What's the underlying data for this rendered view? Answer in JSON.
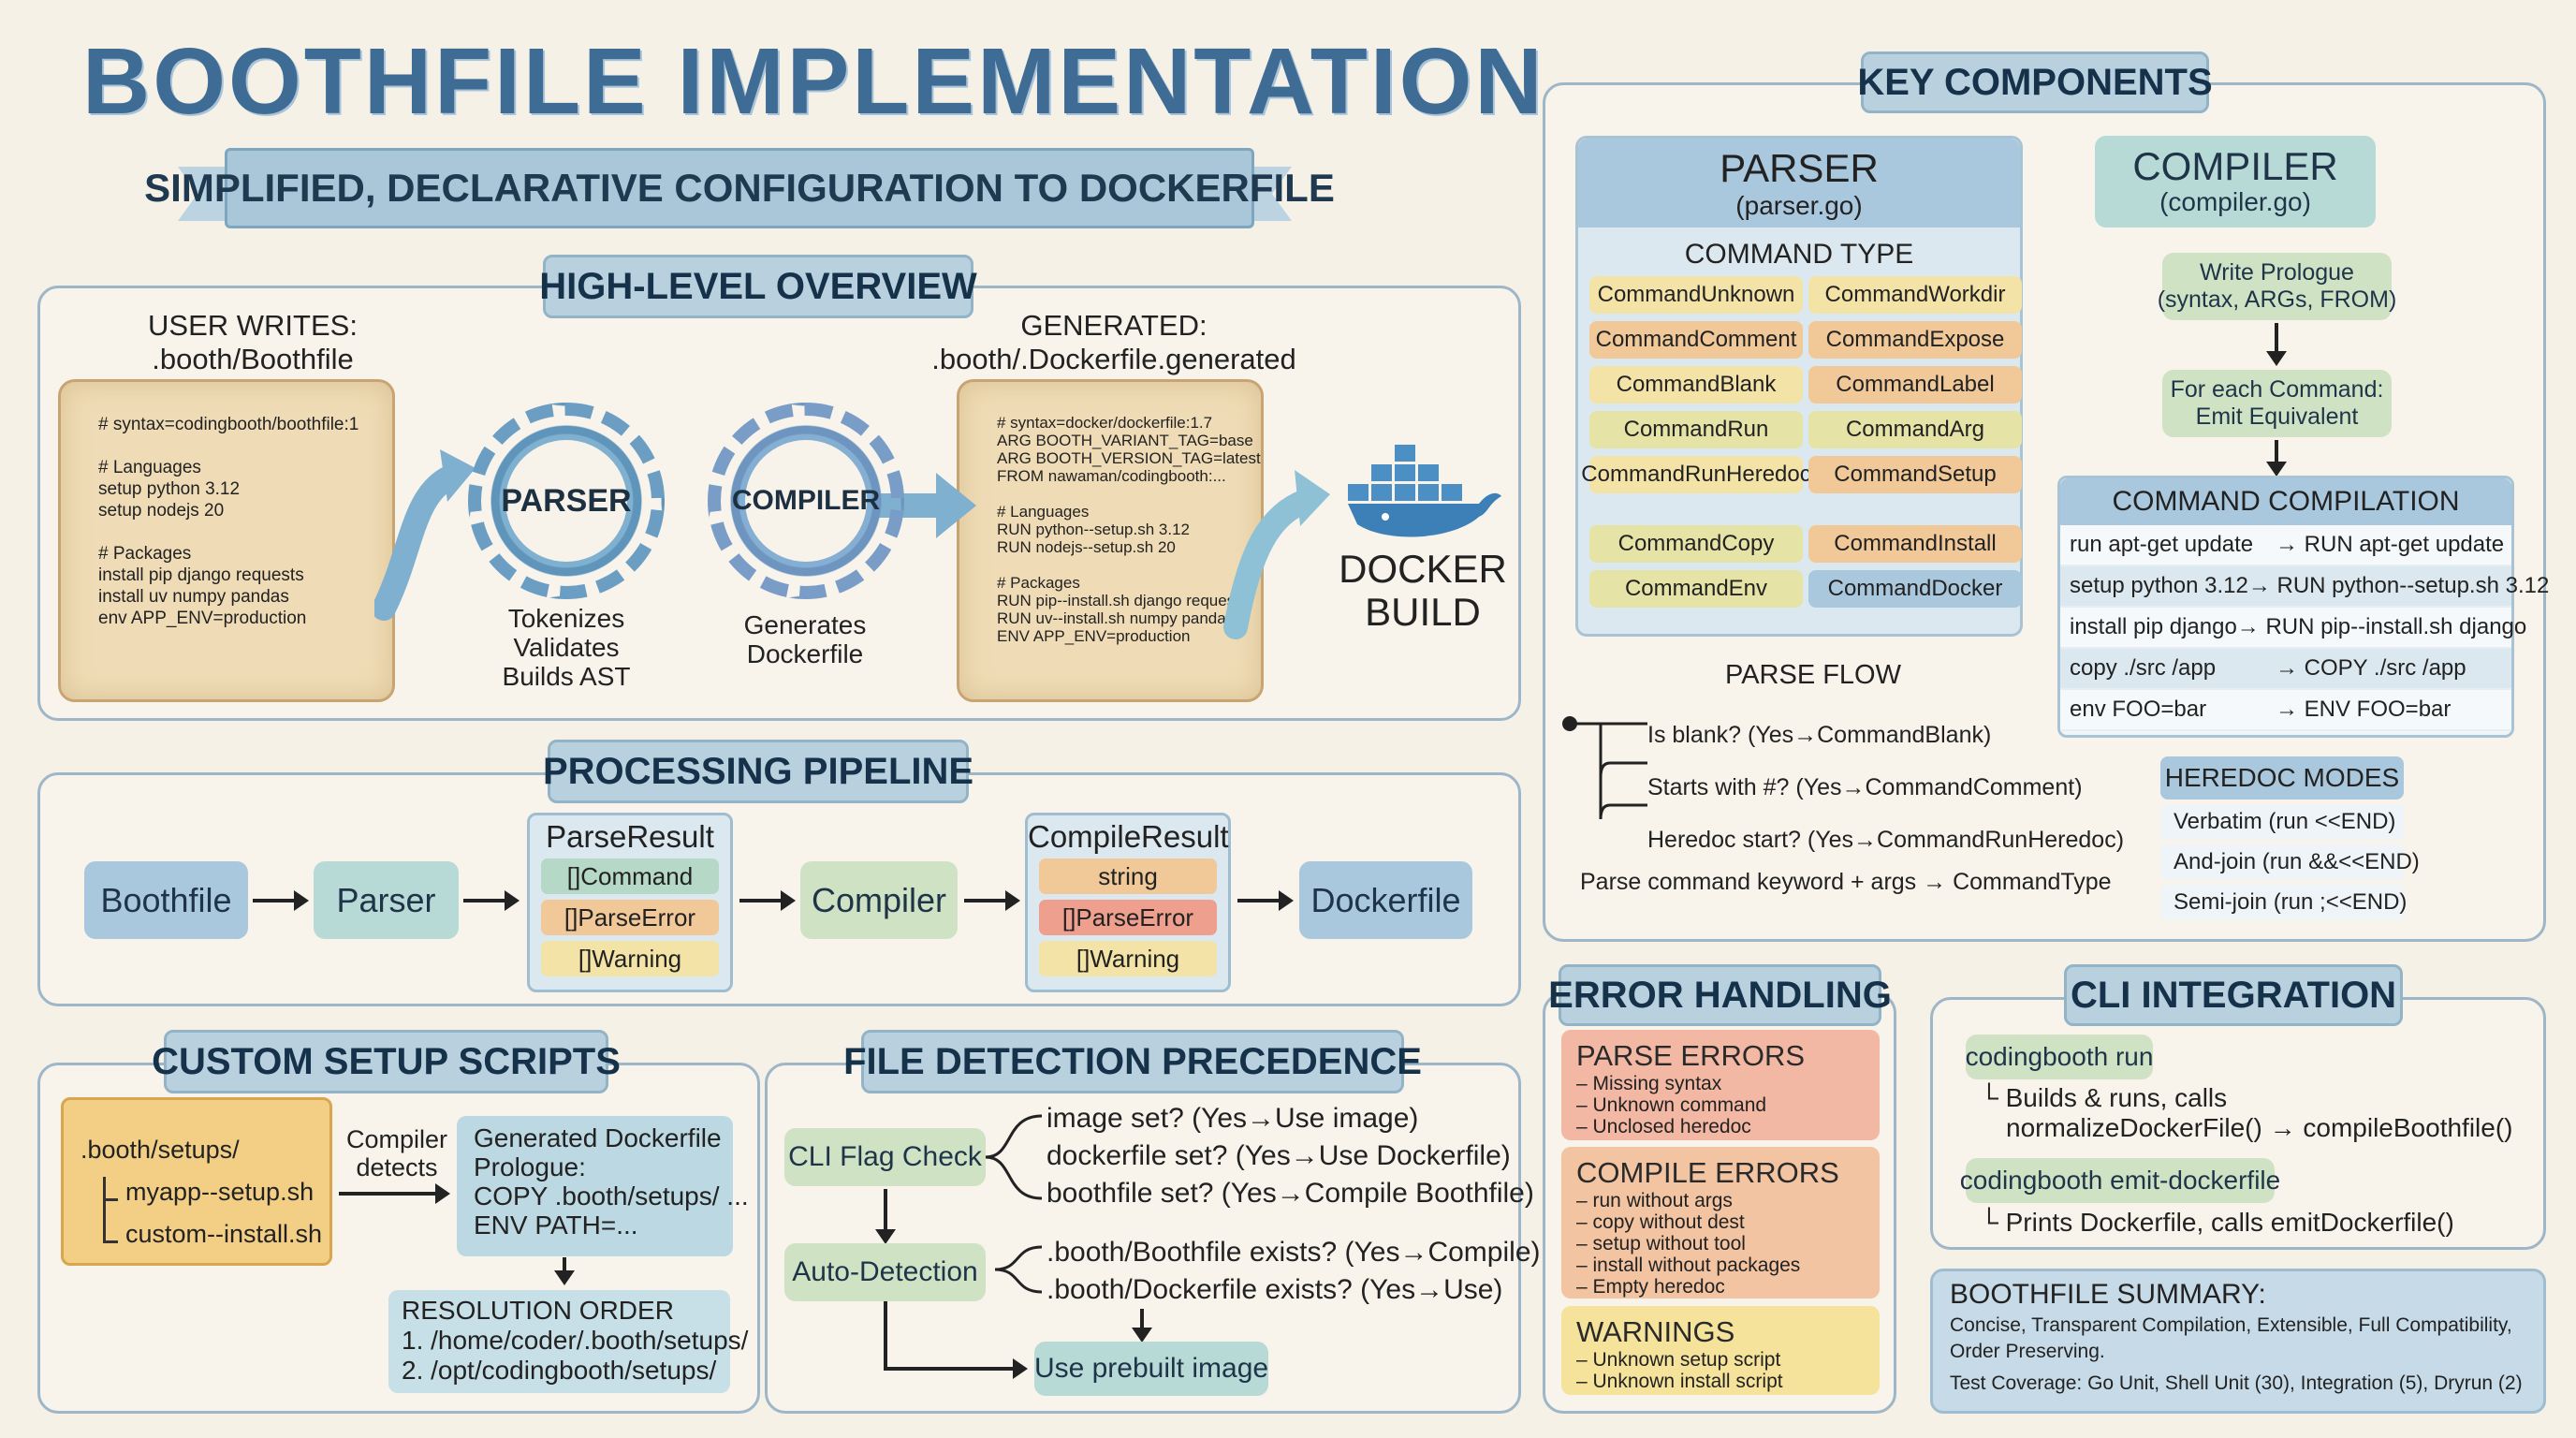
{
  "title": "BOOTHFILE IMPLEMENTATION",
  "subtitle": "SIMPLIFIED, DECLARATIVE CONFIGURATION TO DOCKERFILE",
  "overview": {
    "label": "HIGH-LEVEL OVERVIEW",
    "user_writes_1": "USER WRITES:",
    "user_writes_2": ".booth/Boothfile",
    "generated_1": "GENERATED:",
    "generated_2": ".booth/.Dockerfile.generated",
    "boothfile_lines": [
      "# syntax=codingbooth/boothfile:1",
      "",
      "# Languages",
      "setup python 3.12",
      "setup nodejs 20",
      "",
      "# Packages",
      "install pip django requests",
      "install uv numpy pandas",
      "env APP_ENV=production"
    ],
    "dockerfile_lines": [
      "# syntax=docker/dockerfile:1.7",
      "ARG BOOTH_VARIANT_TAG=base",
      "ARG BOOTH_VERSION_TAG=latest",
      "FROM nawaman/codingbooth:...",
      "",
      "# Languages",
      "RUN python--setup.sh 3.12",
      "RUN nodejs--setup.sh 20",
      "",
      "# Packages",
      "RUN pip--install.sh django requests",
      "RUN uv--install.sh numpy pandas",
      "ENV APP_ENV=production"
    ],
    "parser_gear": "PARSER",
    "compiler_gear": "COMPILER",
    "parser_desc": [
      "Tokenizes",
      "Validates",
      "Builds AST"
    ],
    "compiler_desc": [
      "Generates",
      "Dockerfile"
    ],
    "docker_1": "DOCKER",
    "docker_2": "BUILD"
  },
  "pipeline": {
    "label": "PROCESSING PIPELINE",
    "boothfile": "Boothfile",
    "parser": "Parser",
    "parse_result": "ParseResult",
    "parse_items": [
      "[]Command",
      "[]ParseError",
      "[]Warning"
    ],
    "compiler": "Compiler",
    "compile_result": "CompileResult",
    "compile_items": [
      "string",
      "[]ParseError",
      "[]Warning"
    ],
    "dockerfile": "Dockerfile"
  },
  "setup": {
    "label": "CUSTOM SETUP SCRIPTS",
    "folder": ".booth/setups/",
    "file1": "myapp--setup.sh",
    "file2": "custom--install.sh",
    "detect_1": "Compiler",
    "detect_2": "detects",
    "gen_lines": [
      "Generated Dockerfile",
      "Prologue:",
      "COPY .booth/setups/ ...",
      "ENV PATH=..."
    ],
    "res_title": "RESOLUTION ORDER",
    "res_lines": [
      "1. /home/coder/.booth/setups/",
      "2. /opt/codingbooth/setups/"
    ]
  },
  "detection": {
    "label": "FILE DETECTION PRECEDENCE",
    "cli_flag": "CLI Flag Check",
    "cli_items": [
      "image set? (Yes→Use image)",
      "dockerfile set? (Yes→Use Dockerfile)",
      "boothfile set? (Yes→Compile Boothfile)"
    ],
    "auto": "Auto-Detection",
    "auto_items": [
      ".booth/Boothfile exists? (Yes→Compile)",
      ".booth/Dockerfile exists? (Yes→Use)"
    ],
    "prebuilt": "Use prebuilt image"
  },
  "components": {
    "label": "KEY COMPONENTS",
    "parser_title": "PARSER",
    "parser_file": "(parser.go)",
    "command_type": "COMMAND TYPE",
    "commands": [
      "CommandUnknown",
      "CommandWorkdir",
      "CommandComment",
      "CommandExpose",
      "CommandBlank",
      "CommandLabel",
      "CommandRun",
      "CommandArg",
      "CommandRunHeredoc",
      "CommandSetup",
      "CommandCopy",
      "CommandInstall",
      "CommandEnv",
      "CommandDocker"
    ],
    "compiler_title": "COMPILER",
    "compiler_file": "(compiler.go)",
    "prologue_1": "Write Prologue",
    "prologue_2": "(syntax, ARGs, FROM)",
    "each_1": "For each Command:",
    "each_2": "Emit Equivalent",
    "compilation_title": "COMMAND COMPILATION",
    "compilation_rows": [
      [
        "run apt-get update",
        "→  RUN apt-get update"
      ],
      [
        "setup python 3.12",
        "→  RUN python--setup.sh 3.12"
      ],
      [
        "install pip django",
        "→  RUN pip--install.sh django"
      ],
      [
        "copy ./src /app",
        "→  COPY ./src /app"
      ],
      [
        "env FOO=bar",
        "→  ENV FOO=bar"
      ]
    ],
    "parse_flow": "PARSE FLOW",
    "flow_items": [
      "Is blank? (Yes→CommandBlank)",
      "Starts with #? (Yes→CommandComment)",
      "Heredoc start? (Yes→CommandRunHeredoc)"
    ],
    "flow_final": "Parse command keyword + args → CommandType",
    "heredoc_title": "HEREDOC MODES",
    "heredoc_items": [
      "Verbatim (run <<END)",
      "And-join (run &&<<END)",
      "Semi-join (run ;<<END)"
    ]
  },
  "errors": {
    "label": "ERROR HANDLING",
    "parse_title": "PARSE ERRORS",
    "parse_items": [
      "– Missing syntax",
      "– Unknown command",
      "– Unclosed heredoc"
    ],
    "compile_title": "COMPILE ERRORS",
    "compile_items": [
      "– run without args",
      "– copy without dest",
      "– setup without tool",
      "– install without packages",
      "– Empty heredoc"
    ],
    "warn_title": "WARNINGS",
    "warn_items": [
      "– Unknown setup script",
      "– Unknown install script"
    ]
  },
  "cli": {
    "label": "CLI INTEGRATION",
    "run_cmd": "codingbooth run",
    "run_desc_1": "└ Builds & runs, calls",
    "run_desc_2": "normalizeDockerFile() → compileBoothfile()",
    "emit_cmd": "codingbooth emit-dockerfile",
    "emit_desc": "└ Prints Dockerfile, calls emitDockerfile()",
    "summary_title": "BOOTHFILE SUMMARY:",
    "summary_1": "Concise, Transparent Compilation, Extensible, Full Compatibility,",
    "summary_2": "Order Preserving.",
    "summary_3": "Test Coverage: Go Unit, Shell Unit (30), Integration (5), Dryrun (2)"
  },
  "colors": {
    "blue": "#a9c8dd",
    "teal": "#b7dad6",
    "green": "#cfe3c4",
    "orange": "#f1c999",
    "yellow": "#f4e3a6",
    "red": "#f0b6a6"
  }
}
